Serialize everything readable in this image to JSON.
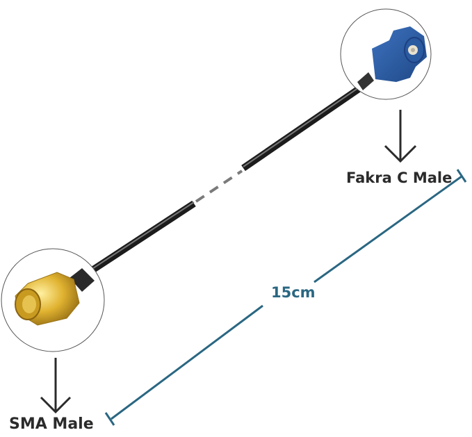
{
  "product": {
    "connectors": [
      {
        "name": "Fakra C Male",
        "color": "#2f5fa6",
        "end": "top-right"
      },
      {
        "name": "SMA Male",
        "color": "#d4a52a",
        "end": "bottom-left"
      }
    ],
    "length_label": "15cm",
    "cable_color": "#2a2a2a",
    "dimension_color": "#2a6782"
  },
  "labels": {
    "fakra": "Fakra C Male",
    "sma": "SMA Male",
    "length": "15cm"
  }
}
